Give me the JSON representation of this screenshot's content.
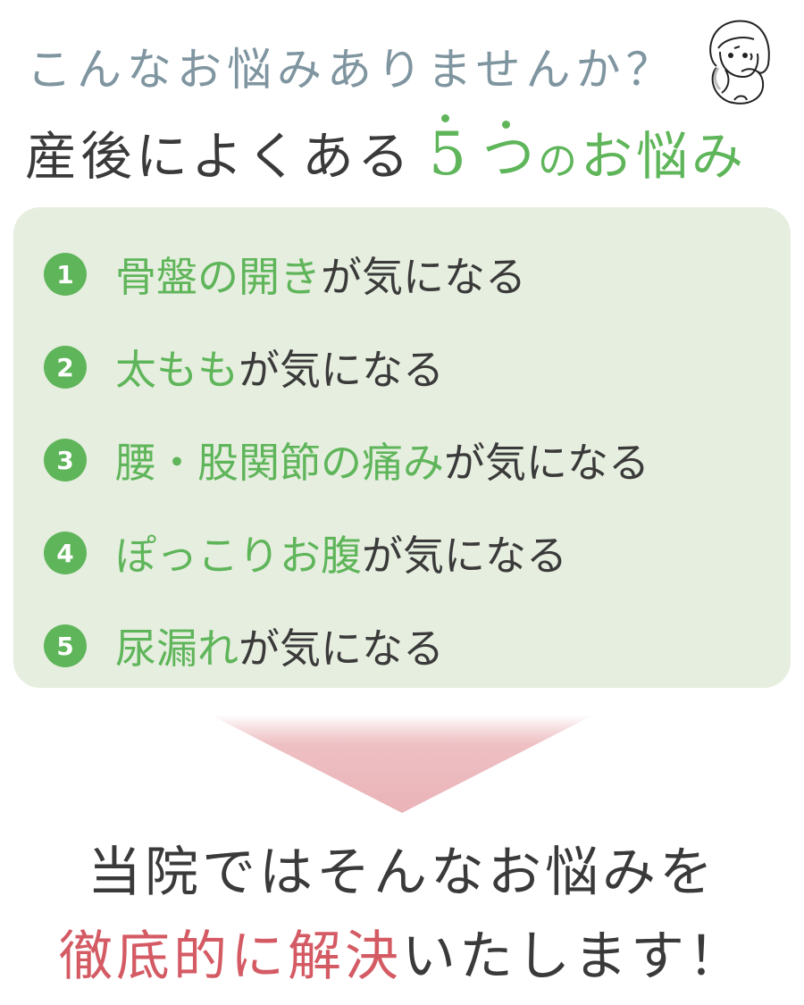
{
  "header": {
    "question": "こんなお悩みありませんか？",
    "title_prefix": "産後によくある",
    "title_number": "5",
    "title_counter": "つ",
    "title_particle": "の",
    "title_suffix": "お悩み",
    "illustration": "worried-mother-holding-baby-icon"
  },
  "list": {
    "items": [
      {
        "number": "1",
        "highlight": "骨盤の開き",
        "rest": "が気になる"
      },
      {
        "number": "2",
        "highlight": "太もも",
        "rest": "が気になる"
      },
      {
        "number": "3",
        "highlight": "腰・股関節の痛み",
        "rest": "が気になる"
      },
      {
        "number": "4",
        "highlight": "ぽっこりお腹",
        "rest": "が気になる"
      },
      {
        "number": "5",
        "highlight": "尿漏れ",
        "rest": "が気になる"
      }
    ]
  },
  "footer": {
    "line1": "当院ではそんなお悩みを",
    "line2_highlight": "徹底的に解決",
    "line2_rest": "いたします！"
  },
  "colors": {
    "question": "#7f95a0",
    "text": "#3a3a3a",
    "accent_green": "#5fb55a",
    "panel_bg": "#e6eedf",
    "arrow_pink": "#e9b5ba",
    "accent_red": "#d45a64"
  }
}
